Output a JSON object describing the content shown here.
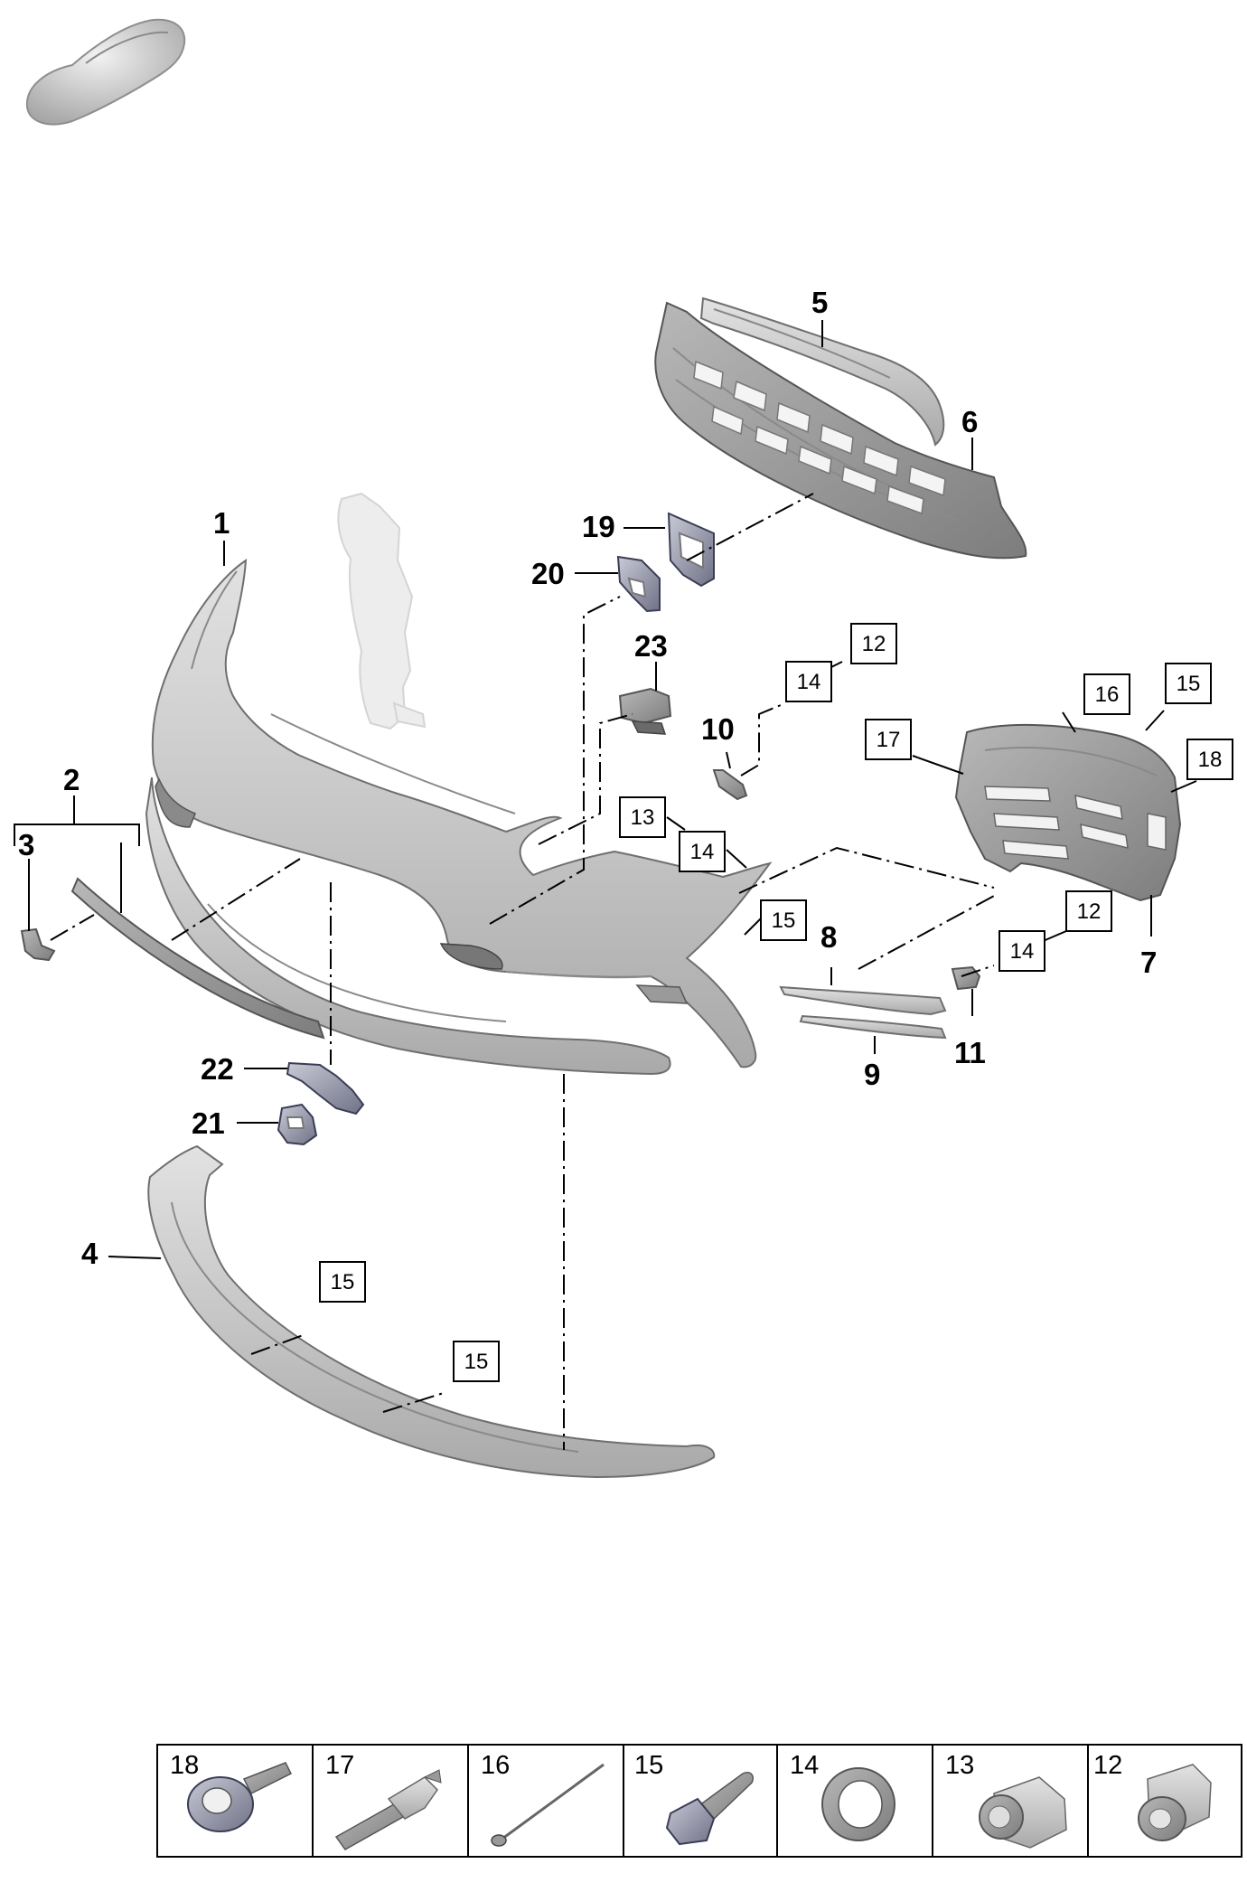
{
  "callouts": {
    "c1": "1",
    "c2": "2",
    "c3": "3",
    "c4": "4",
    "c5": "5",
    "c6": "6",
    "c7": "7",
    "c8": "8",
    "c9": "9",
    "c10": "10",
    "c11": "11",
    "c19": "19",
    "c20": "20",
    "c21": "21",
    "c22": "22",
    "c23": "23"
  },
  "boxed_refs": {
    "b12a": "12",
    "b14a": "14",
    "b13": "13",
    "b14b": "14",
    "b15a": "15",
    "b16": "16",
    "b15b": "15",
    "b17": "17",
    "b18": "18",
    "b12b": "12",
    "b14c": "14",
    "b15c": "15",
    "b15d": "15"
  },
  "legend": [
    {
      "number": "18",
      "icon": "rivet-nut-icon"
    },
    {
      "number": "17",
      "icon": "expanding-rivet-icon"
    },
    {
      "number": "16",
      "icon": "cable-tie-icon"
    },
    {
      "number": "15",
      "icon": "screw-icon"
    },
    {
      "number": "14",
      "icon": "sealing-ring-icon"
    },
    {
      "number": "13",
      "icon": "sensor-icon"
    },
    {
      "number": "12",
      "icon": "sensor-holder-icon"
    }
  ],
  "colors": {
    "part": "#c7c7c7",
    "part_dark": "#8f8f8f",
    "bracket": "#7d7f94",
    "line": "#000000"
  }
}
